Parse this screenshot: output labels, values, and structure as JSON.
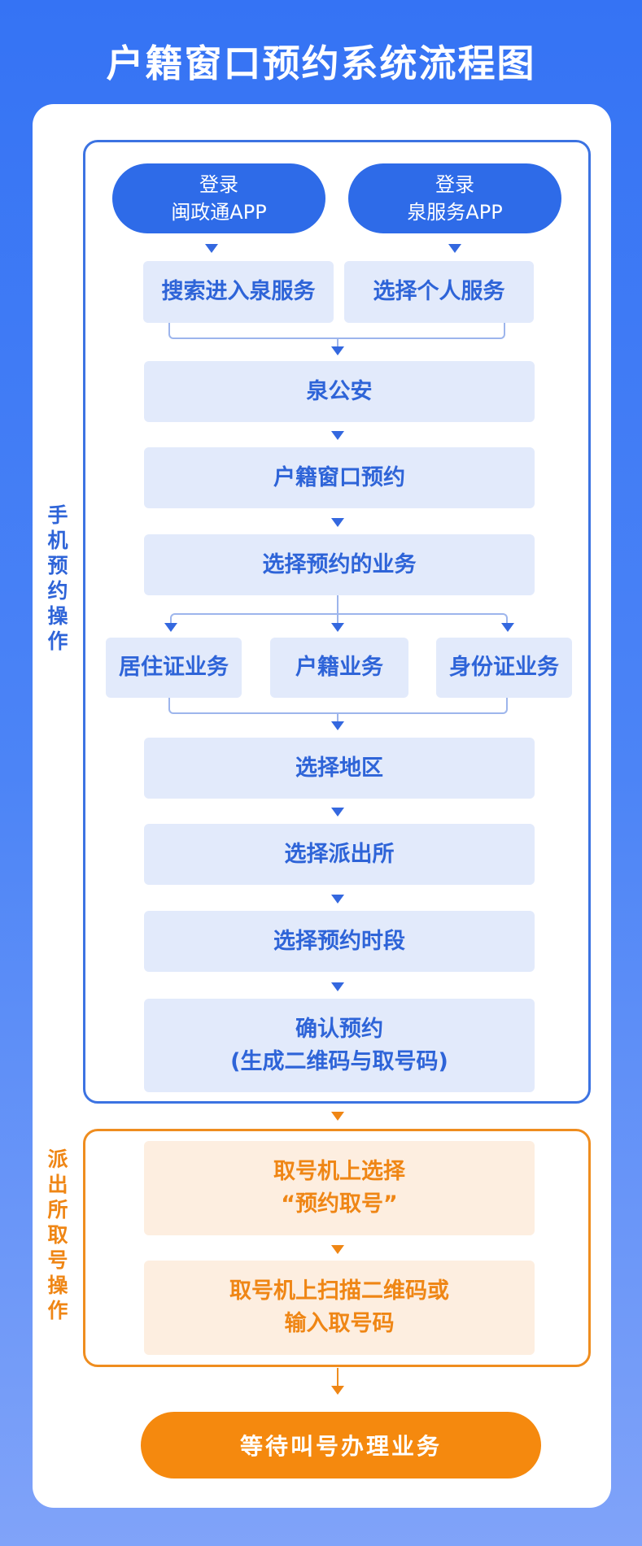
{
  "title": "户籍窗口预约系统流程图",
  "sections": {
    "online": "手机预约操作",
    "station": "派出所取号操作"
  },
  "login": [
    {
      "line1": "登录",
      "line2": "闽政通APP"
    },
    {
      "line1": "登录",
      "line2": "泉服务APP"
    }
  ],
  "entry": [
    "搜索进入泉服务",
    "选择个人服务"
  ],
  "steps1": [
    "泉公安",
    "户籍窗口预约",
    "选择预约的业务"
  ],
  "business": [
    "居住证业务",
    "户籍业务",
    "身份证业务"
  ],
  "steps2": [
    "选择地区",
    "选择派出所",
    "选择预约时段"
  ],
  "confirm": {
    "line1": "确认预约",
    "line2": "(生成二维码与取号码)"
  },
  "station_steps": [
    {
      "line1": "取号机上选择",
      "line2": "“预约取号”"
    },
    {
      "line1": "取号机上扫描二维码或",
      "line2": "输入取号码"
    }
  ],
  "final": "等待叫号办理业务",
  "colors": {
    "blue": "#2e6be8",
    "orange": "#f5890e",
    "light_blue": "#e2eafb",
    "light_orange": "#fdeee0"
  }
}
